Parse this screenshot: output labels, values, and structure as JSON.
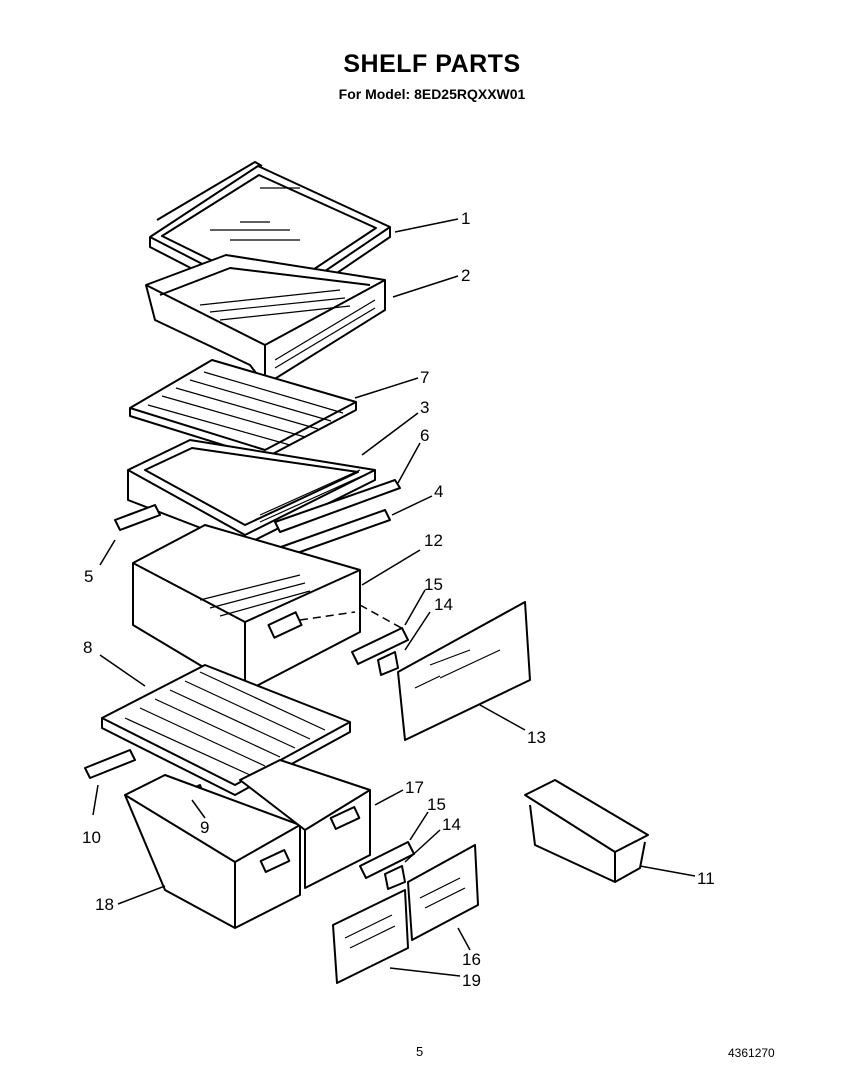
{
  "header": {
    "title": "SHELF PARTS",
    "subtitle": "For Model: 8ED25RQXXW01"
  },
  "footer": {
    "page_number": "5",
    "doc_number": "4361270"
  },
  "callouts": {
    "c1": "1",
    "c2": "2",
    "c3": "3",
    "c4": "4",
    "c5": "5",
    "c6": "6",
    "c7": "7",
    "c8": "8",
    "c9": "9",
    "c10": "10",
    "c11": "11",
    "c12": "12",
    "c13": "13",
    "c14a": "14",
    "c14b": "14",
    "c15a": "15",
    "c15b": "15",
    "c16": "16",
    "c17": "17",
    "c18": "18",
    "c19": "19"
  }
}
